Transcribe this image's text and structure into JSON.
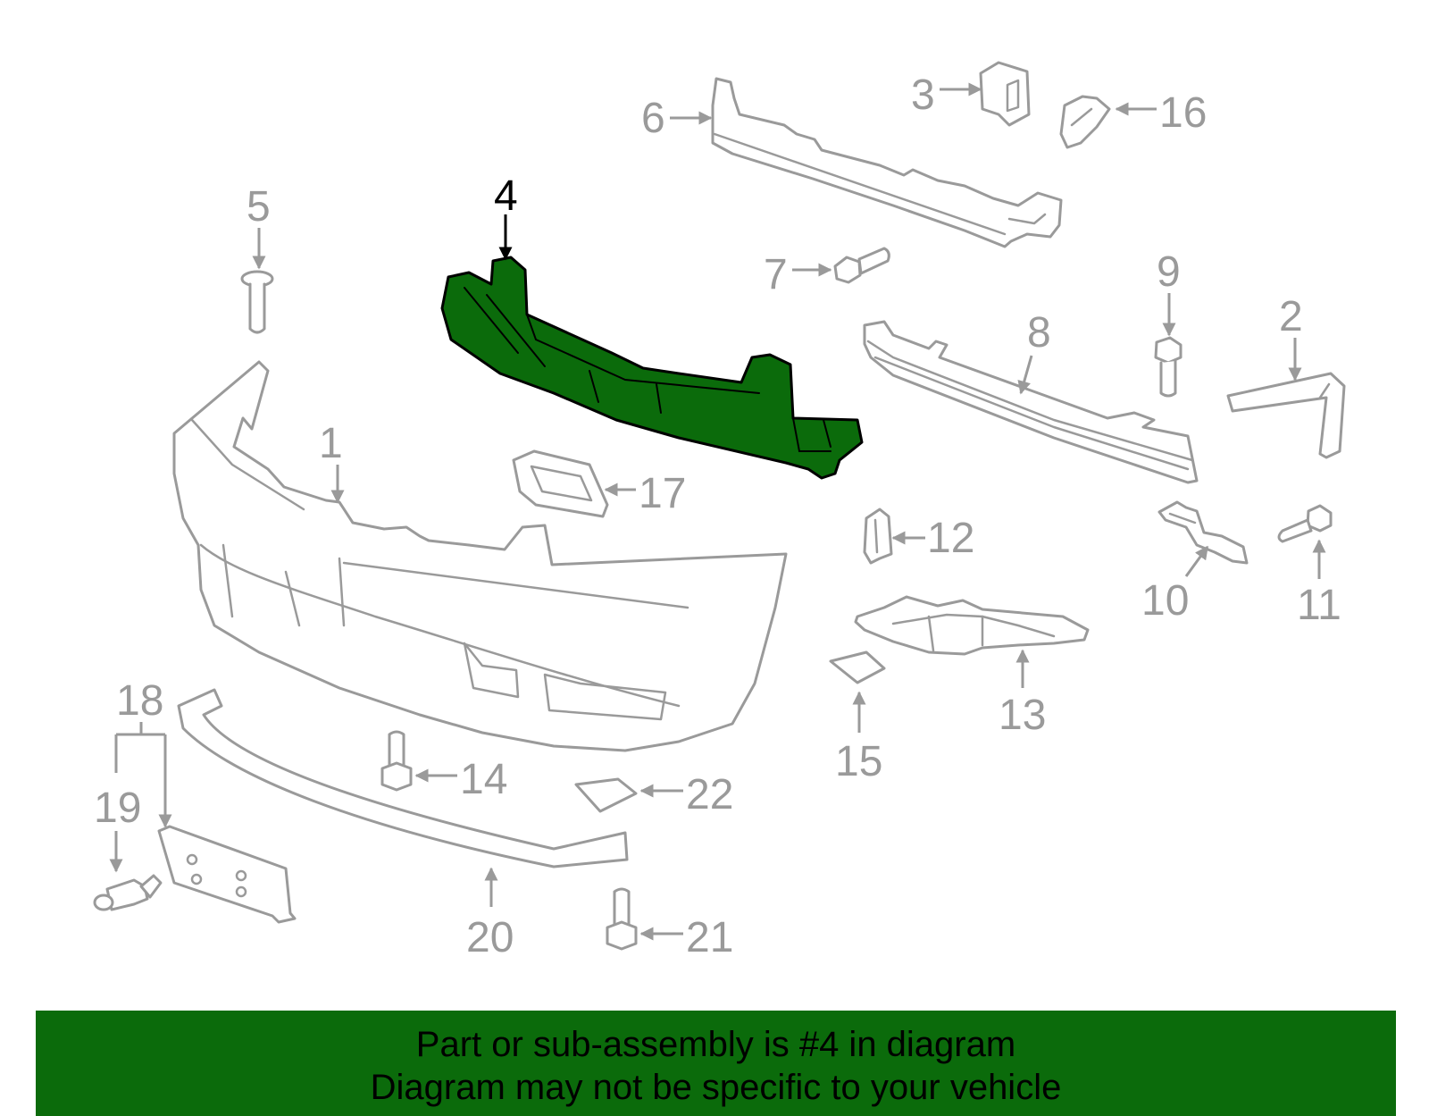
{
  "highlight_color": "#0b6b0b",
  "line_color": "#9a9a9a",
  "callouts": [
    "1",
    "2",
    "3",
    "4",
    "5",
    "6",
    "7",
    "8",
    "9",
    "10",
    "11",
    "12",
    "13",
    "14",
    "15",
    "16",
    "17",
    "18",
    "19",
    "20",
    "21",
    "22"
  ],
  "highlighted_callout": "4",
  "banner": {
    "line1": "Part or sub-assembly is #4 in diagram",
    "line2": "Diagram may not be specific to your vehicle"
  }
}
